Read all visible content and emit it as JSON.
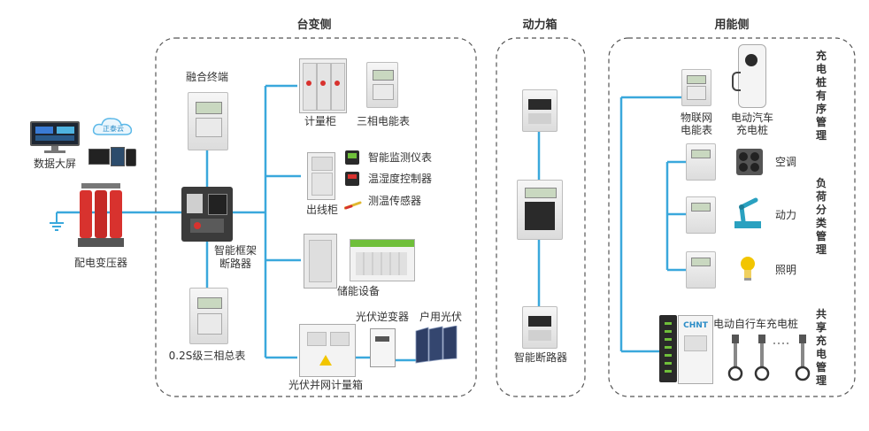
{
  "headers": {
    "transformer_side": "台变侧",
    "power_box": "动力箱",
    "consumption_side": "用能侧"
  },
  "left": {
    "data_screen": "数据大屏",
    "cloud_label": "正泰云",
    "transformer": "配电变压器"
  },
  "transformer_side": {
    "fusion_terminal": "融合终端",
    "breaker": [
      "智能框架",
      "断路器"
    ],
    "master_meter": "0.2S级三相总表",
    "metering_cabinet": "计量柜",
    "three_phase_meter": "三相电能表",
    "outlet_cabinet": "出线柜",
    "smart_monitor": "智能监测仪表",
    "temp_humidity_controller": "温湿度控制器",
    "temp_sensor": "测温传感器",
    "energy_storage": "储能设备",
    "pv_inverter": "光伏逆变器",
    "household_pv": "户用光伏",
    "pv_metering_box": "光伏并网计量箱"
  },
  "power_box": {
    "smart_breaker": "智能断路器"
  },
  "consumption_side": {
    "iot_meter": [
      "物联网",
      "电能表"
    ],
    "ev_charger": [
      "电动汽车",
      "充电桩"
    ],
    "air_conditioning": "空调",
    "motive_power": "动力",
    "lighting": "照明",
    "ebike_charger": "电动自行车充电桩",
    "charger_brand": "CHNT",
    "sections": {
      "orderly_charging": "充电桩有序管理",
      "load_classification": "负荷分类管理",
      "shared_charging": "共享充电管理"
    }
  },
  "colors": {
    "line": "#3aa8dc",
    "dashed_border": "#555555",
    "transformer_red": "#d8322e",
    "accent_green": "#6fbf3a",
    "dark_panel": "#2a2a2a"
  }
}
